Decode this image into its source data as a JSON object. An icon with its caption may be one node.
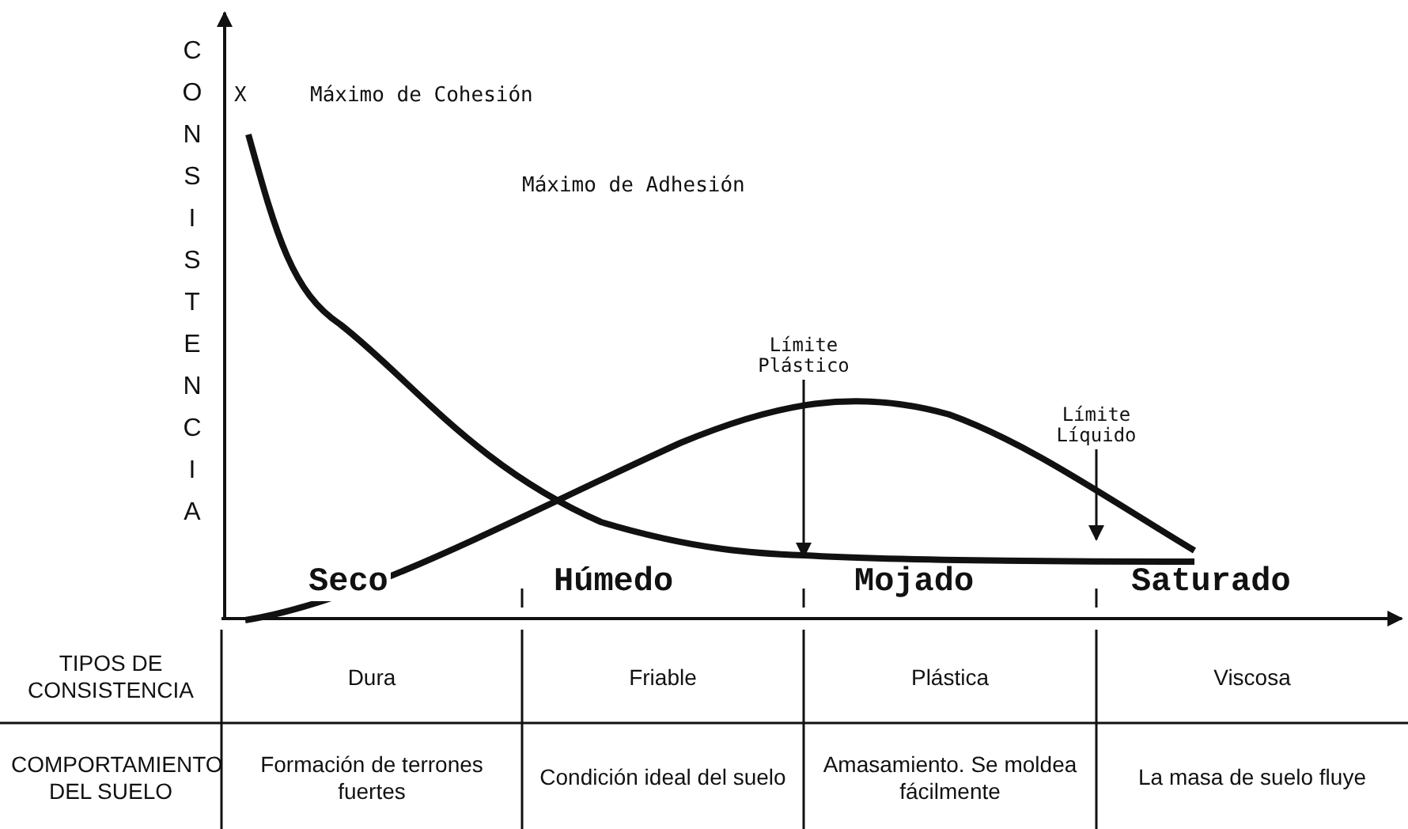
{
  "diagram": {
    "nodes": [
      {
        "text": [
          "Límite Plástico"
        ]
      },
      {
        "text": [
          "Límite Líquido"
        ]
      }
    ],
    "edges": [
      {
        "from": 0,
        "to": null,
        "arrow": "to"
      },
      {
        "from": 1,
        "to": null,
        "arrow": "to"
      }
    ],
    "labels": [
      "CONSISTENCIA",
      "X",
      "Máximo de Cohesión",
      "Máximo de Adhesión",
      "Seco",
      "Húmedo",
      "Mojado",
      "Saturado",
      "TIPOS DE CONSISTENCIA",
      "Dura",
      "Friable",
      "Plástica",
      "Viscosa",
      "COMPORTAMIENTO DEL SUELO",
      "Formación de terrones fuertes",
      "Condición ideal del suelo",
      "Amasamiento. Se moldea fácilmente",
      "La masa de suelo fluye"
    ]
  }
}
